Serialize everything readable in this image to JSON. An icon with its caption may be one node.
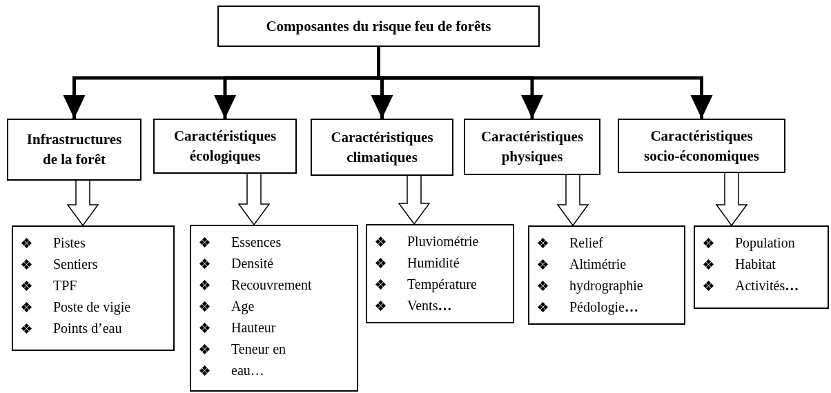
{
  "diagram": {
    "nodes": [
      {
        "text": [
          "Composantes du risque feu de forêts"
        ]
      },
      {
        "text": [
          "Infrastructures de la forêt"
        ]
      },
      {
        "text": [
          "Caractéristiques écologiques"
        ]
      },
      {
        "text": [
          "Caractéristiques climatiques"
        ]
      },
      {
        "text": [
          "Caractéristiques physiques"
        ]
      },
      {
        "text": [
          "Caractéristiques socio-économiques"
        ]
      },
      {
        "text": [
          "Pistes",
          "Sentiers",
          "TPF",
          "Poste de vigie",
          "Points d’eau"
        ]
      },
      {
        "text": [
          "Essences",
          "Densité",
          "Recouvrement",
          "Age",
          "Hauteur",
          "Teneur en",
          "eau…"
        ]
      },
      {
        "text": [
          "Pluviométrie",
          "Humidité",
          "Température",
          "Vents**…**"
        ]
      },
      {
        "text": [
          "Relief",
          "Altimétrie",
          "hydrographie",
          "Pédologie**…**"
        ]
      },
      {
        "text": [
          "Population",
          "Habitat",
          "Activités**…**"
        ]
      }
    ],
    "edges": [
      {
        "from": 0,
        "to": 1,
        "arrow": "to"
      },
      {
        "from": 0,
        "to": 2,
        "arrow": "to"
      },
      {
        "from": 0,
        "to": 3,
        "arrow": "to"
      },
      {
        "from": 0,
        "to": 4,
        "arrow": "to"
      },
      {
        "from": 0,
        "to": 5,
        "arrow": "to"
      },
      {
        "from": 1,
        "to": 6,
        "arrow": "to",
        "style": "thick"
      },
      {
        "from": 2,
        "to": 7,
        "arrow": "to",
        "style": "thick"
      },
      {
        "from": 3,
        "to": 8,
        "arrow": "to",
        "style": "thick"
      },
      {
        "from": 4,
        "to": 9,
        "arrow": "to",
        "style": "thick"
      },
      {
        "from": 5,
        "to": 10,
        "arrow": "to",
        "style": "thick"
      }
    ]
  }
}
